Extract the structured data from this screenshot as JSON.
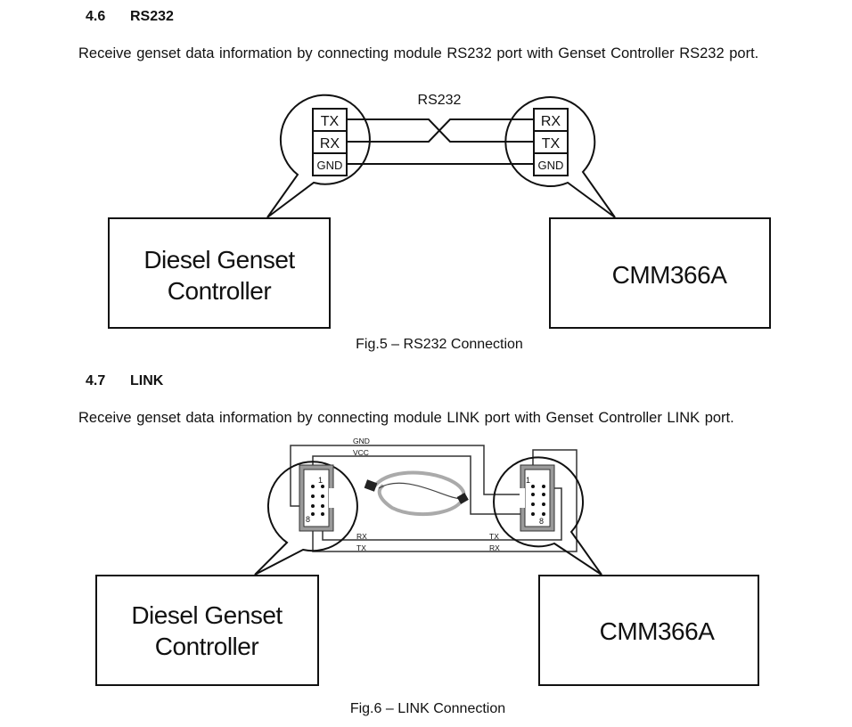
{
  "sections": [
    {
      "number": "4.6",
      "title": "RS232",
      "paragraph": "Receive genset data information by connecting module RS232 port with Genset Controller RS232 port.",
      "figure": {
        "bus_label": "RS232",
        "left_pins": [
          "TX",
          "RX",
          "GND"
        ],
        "right_pins": [
          "RX",
          "TX",
          "GND"
        ],
        "left_device_line1": "Diesel Genset",
        "left_device_line2": "Controller",
        "right_device": "CMM366A",
        "caption": "Fig.5 – RS232 Connection"
      }
    },
    {
      "number": "4.7",
      "title": "LINK",
      "paragraph": "Receive genset data information by connecting module LINK port with Genset Controller LINK port.",
      "figure": {
        "wire_labels": {
          "gnd": "GND",
          "vcc": "VCC",
          "left_rx": "RX",
          "left_tx": "TX",
          "right_tx": "TX",
          "right_rx": "RX"
        },
        "pin_first": "1",
        "pin_last": "8",
        "left_device_line1": "Diesel Genset",
        "left_device_line2": "Controller",
        "right_device": "CMM366A",
        "caption": "Fig.6 – LINK Connection"
      }
    }
  ]
}
